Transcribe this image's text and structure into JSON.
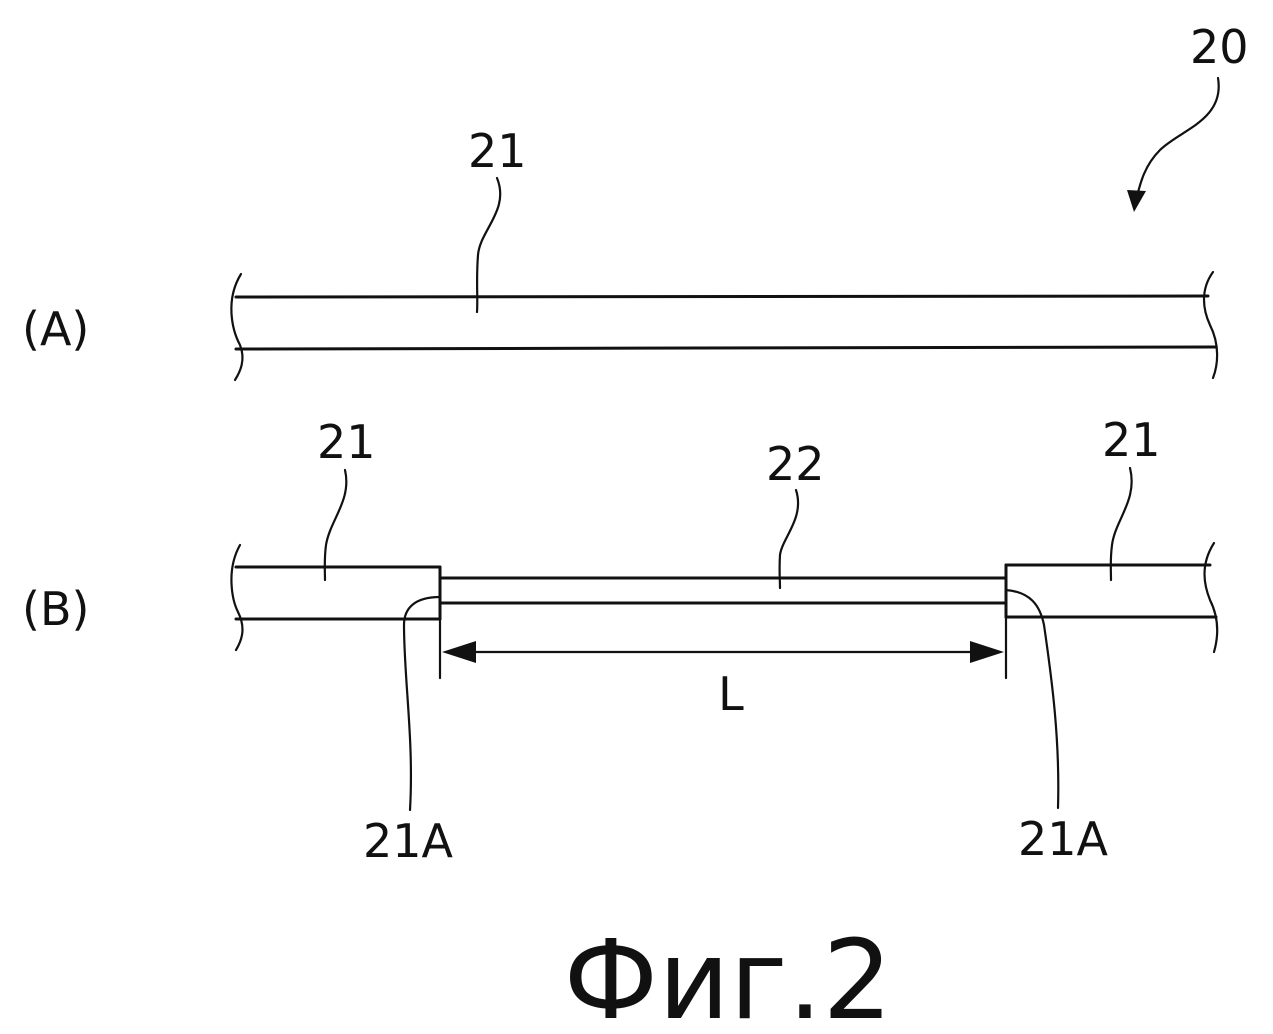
{
  "figure": {
    "caption": "Фиг.2",
    "ref_assembly": "20",
    "ref_conductor": "21",
    "ref_end": "21A",
    "ref_middle": "22",
    "dimension": "L",
    "panel_a": "(A)",
    "panel_b": "(B)"
  },
  "colors": {
    "ink": "#111111",
    "background": "#ffffff"
  }
}
